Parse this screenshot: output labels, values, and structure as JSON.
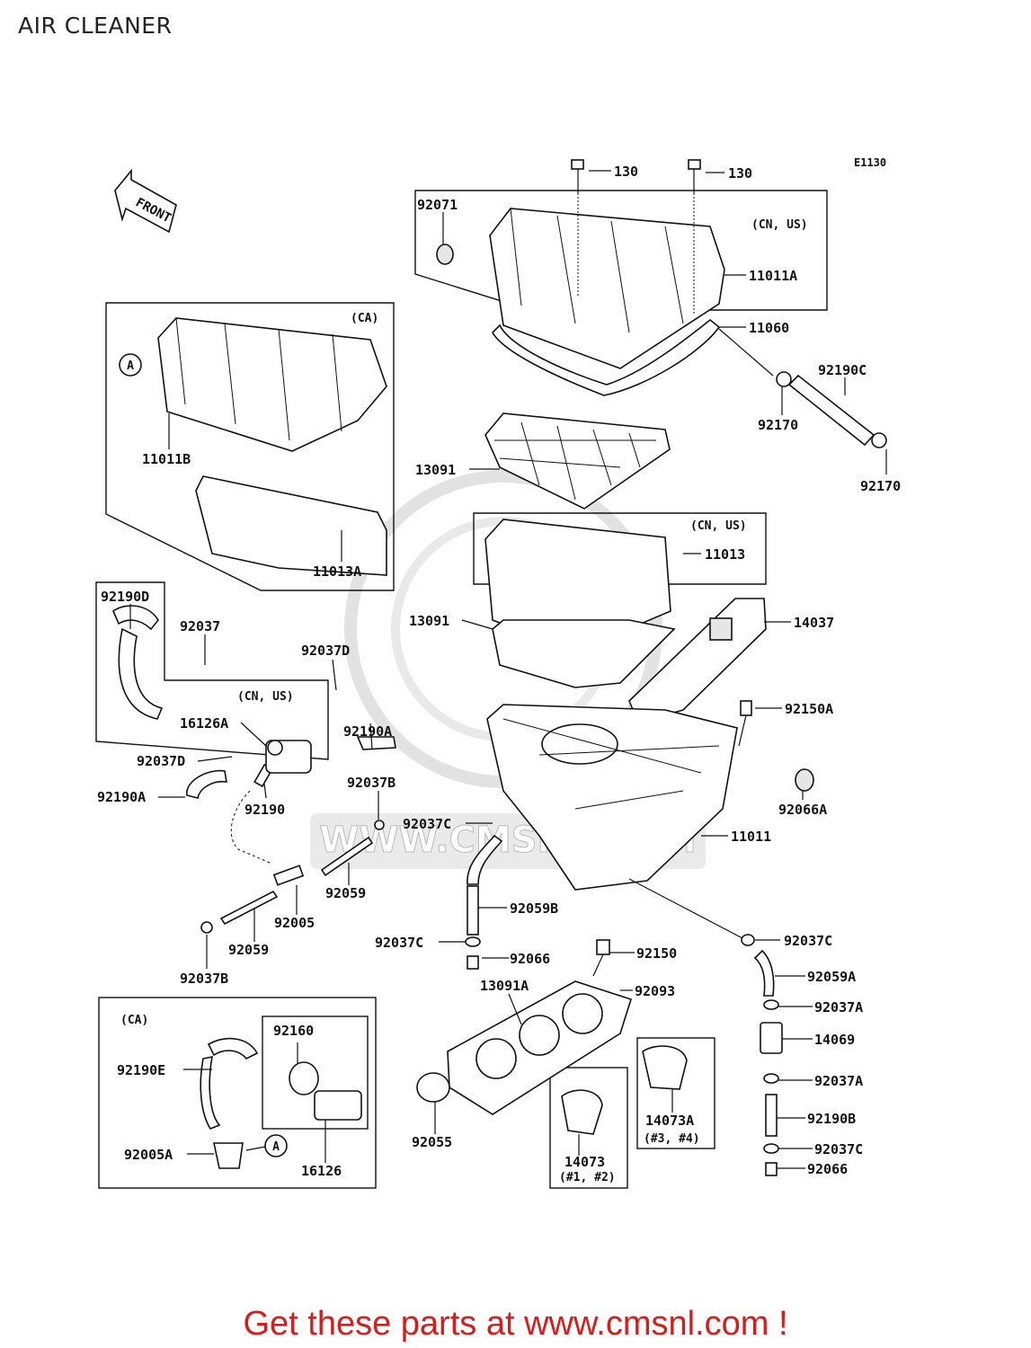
{
  "page": {
    "title": "AIR CLEANER",
    "diagram_code": "E1130"
  },
  "footer": {
    "text": "Get these parts at www.cmsnl.com !"
  },
  "watermark": {
    "text": "WWW.CMSNL.COM"
  },
  "direction_arrow": {
    "text": "FRONT"
  },
  "callouts": [
    {
      "id": "a1",
      "text": "A"
    },
    {
      "id": "a2",
      "text": "A"
    }
  ],
  "groups": {
    "top_cover": "(CN, US)",
    "ca_cover": "(CA)",
    "element": "(CN, US)",
    "valve": "(CN, US)",
    "ca_bottom": "(CA)",
    "cyl_12": "(#1, #2)",
    "cyl_34": "(#3, #4)"
  },
  "parts": [
    "130",
    "130",
    "92071",
    "11011A",
    "11060",
    "92190C",
    "92170",
    "92170",
    "11011B",
    "11013A",
    "13091",
    "11013",
    "13091",
    "14037",
    "92190D",
    "92037",
    "92037D",
    "16126A",
    "92190A",
    "92037D",
    "92190A",
    "92190",
    "92037B",
    "92037C",
    "92150A",
    "92066A",
    "11011",
    "92059",
    "92005",
    "92059B",
    "92059",
    "92037B",
    "92037C",
    "92066",
    "92150",
    "92037C",
    "92059A",
    "13091A",
    "92093",
    "92037A",
    "14069",
    "92037A",
    "92190B",
    "92037C",
    "92066",
    "92160",
    "92190E",
    "92005A",
    "16126",
    "92055",
    "14073",
    "14073A"
  ]
}
